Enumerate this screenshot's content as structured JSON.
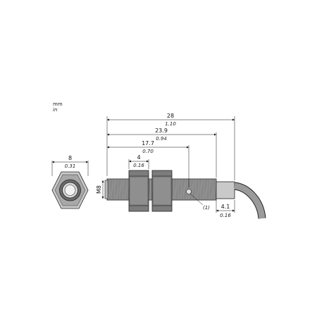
{
  "units": {
    "primary": "mm",
    "secondary": "in"
  },
  "dimensions": {
    "overall_length": {
      "mm": "28",
      "in": "1.10"
    },
    "thread_length": {
      "mm": "23.9",
      "in": "0.94"
    },
    "led_position": {
      "mm": "17.7",
      "in": "0.70"
    },
    "nut_thickness": {
      "mm": "4",
      "in": "0.16"
    },
    "cable_exit_length": {
      "mm": "4.1",
      "in": "0.16"
    },
    "nut_width": {
      "mm": "8",
      "in": "0.31"
    },
    "thread_size": "M8",
    "led_callout": "(1)"
  }
}
